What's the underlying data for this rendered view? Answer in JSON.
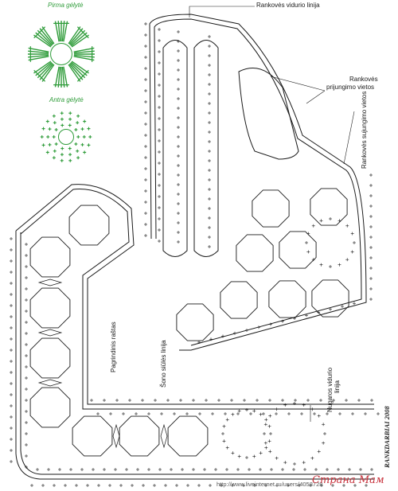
{
  "motifs": {
    "first": {
      "caption": "Pirma gėlytė",
      "color": "#2f9c3a"
    },
    "second": {
      "caption": "Antra gėlytė",
      "color": "#2f9c3a"
    }
  },
  "labels": {
    "sleeve_center_line": "Rankovės vidurio linija",
    "sleeve_join_line1": "Rankovės",
    "sleeve_join_line2": "prijungimo vietos",
    "sleeve_seam": "Rankovės sujungimo vietos",
    "base_pattern": "Pagrindinis raštas",
    "side_seam": "Šono siūlės linija",
    "back_center_line1": "Nugaros vidurio",
    "back_center_line2": "linija"
  },
  "footer": {
    "publication": "RANKDARBIAI 2008",
    "url": "http://www.liveinternet.ru/users/4058728",
    "watermark": "Страна Мам"
  },
  "colors": {
    "ink": "#1a1a1a",
    "accent": "#2f9c3a",
    "watermark": "#c8323c"
  }
}
